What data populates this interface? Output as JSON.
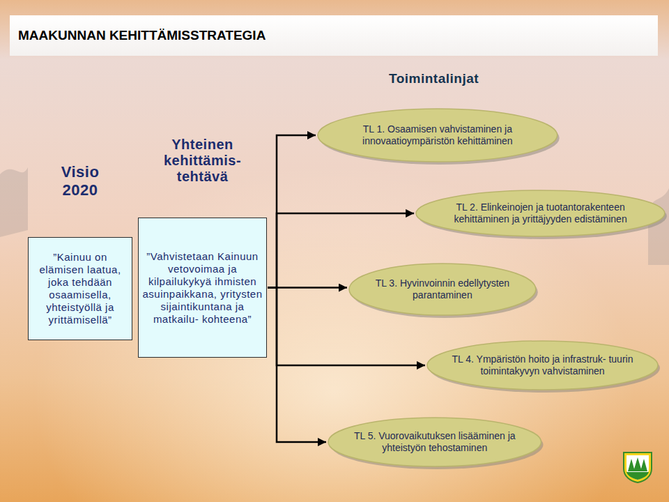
{
  "diagram": {
    "title": "MAAKUNNAN KEHITTÄMISSTRATEGIA",
    "nodes": [
      {
        "text": [
          "Visio 2020",
          "”Kainuu on elämisen laatua, joka tehdään osaamisella, yhteistyöllä ja yrittämisellä”"
        ]
      },
      {
        "text": [
          "Yhteinen kehittämis- tehtävä",
          "”Vahvistetaan Kainuun vetovoimaa ja kilpailukykyä ihmisten asuinpaikkana, yritysten sijaintikuntana ja matkailu- kohteena”"
        ]
      },
      {
        "text": [
          "TL 1. Osaamisen vahvistaminen ja innovaatioympäristön kehittäminen"
        ]
      },
      {
        "text": [
          "TL 2. Elinkeinojen ja tuotantorakenteen kehittäminen ja yrittäjyyden edistäminen"
        ]
      },
      {
        "text": [
          "TL 3. Hyvinvoinnin edellytysten parantaminen"
        ]
      },
      {
        "text": [
          "TL 4. Ympäristön hoito ja infrastruk- tuurin toimintakyvyn vahvistaminen"
        ]
      },
      {
        "text": [
          "TL 5. Vuorovaikutuksen lisääminen ja yhteistyön tehostaminen"
        ]
      }
    ],
    "edges": [
      {
        "from": 1,
        "to": 2,
        "arrow": "to"
      },
      {
        "from": 1,
        "to": 3,
        "arrow": "to"
      },
      {
        "from": 1,
        "to": 4,
        "arrow": "to"
      },
      {
        "from": 1,
        "to": 5,
        "arrow": "to"
      },
      {
        "from": 1,
        "to": 6,
        "arrow": "to"
      }
    ],
    "labels": [
      "Toimintalinjat"
    ]
  }
}
